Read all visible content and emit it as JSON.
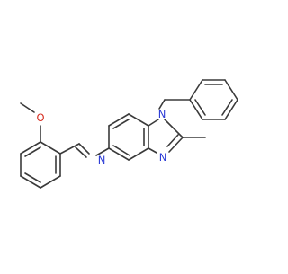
{
  "colors": {
    "bond": "#3a3a3a",
    "oxygen": "#d62d20",
    "nitrogen": "#2b3bd6",
    "background": "#ffffff"
  },
  "atoms": {
    "O": "O",
    "N_imine": "N",
    "N1": "N",
    "N3": "N"
  }
}
